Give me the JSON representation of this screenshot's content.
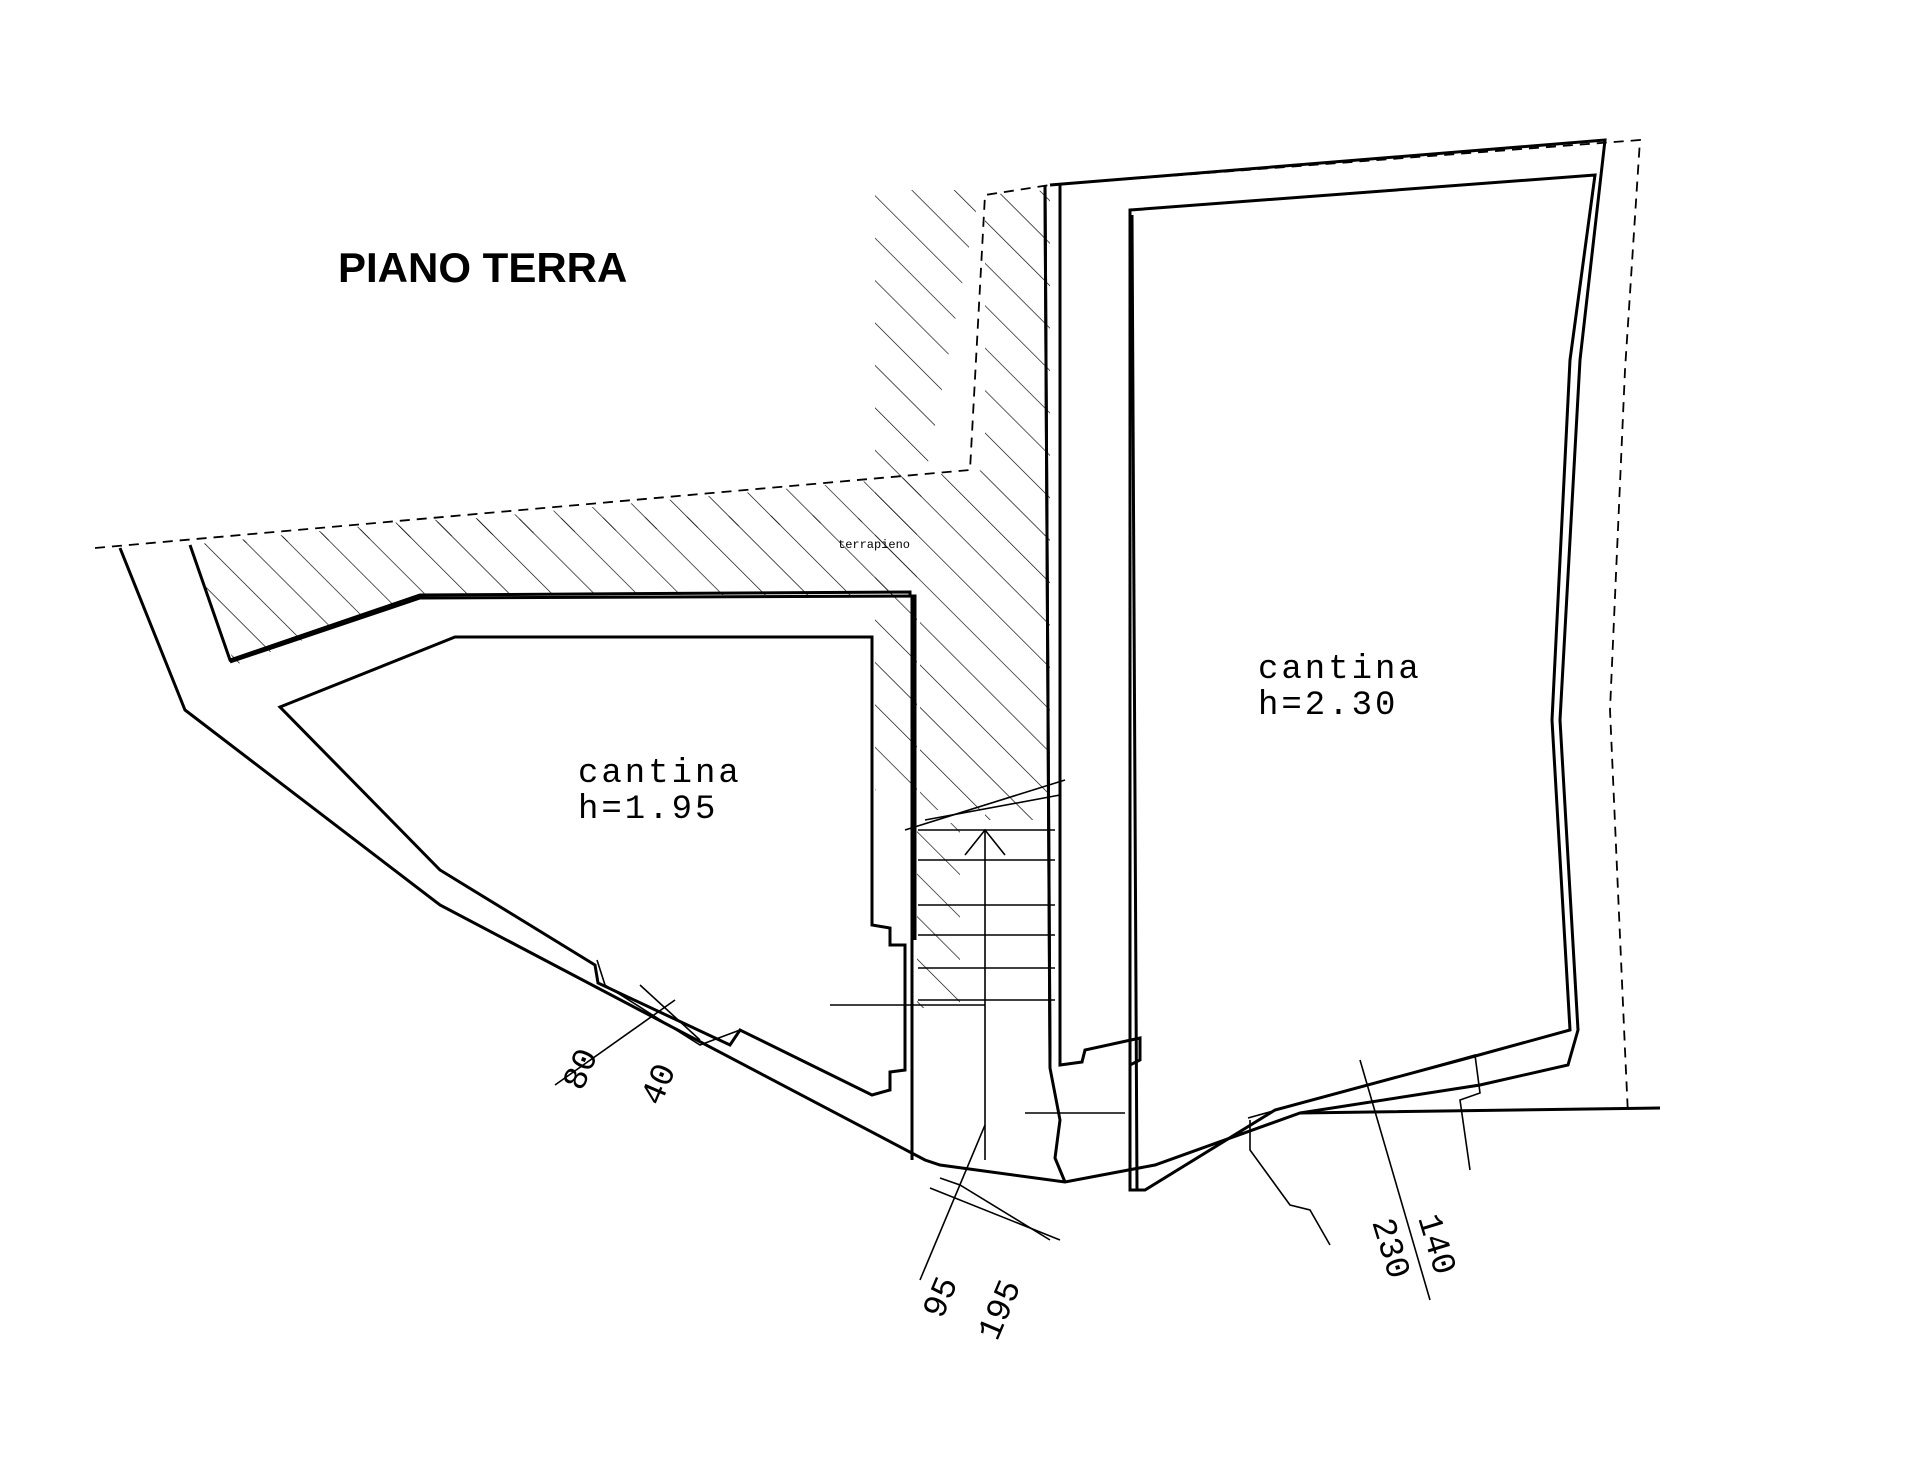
{
  "drawing": {
    "title": "PIANO TERRA",
    "fill_label": "terrapieno",
    "rooms": [
      {
        "name": "cantina",
        "height": "h=1.95"
      },
      {
        "name": "cantina",
        "height": "h=2.30"
      }
    ],
    "openings": [
      {
        "width": "80",
        "height": "40"
      },
      {
        "width": "95",
        "height": "195"
      },
      {
        "width": "140",
        "height": "230"
      }
    ]
  },
  "colors": {
    "line": "#000000",
    "background": "#ffffff"
  }
}
